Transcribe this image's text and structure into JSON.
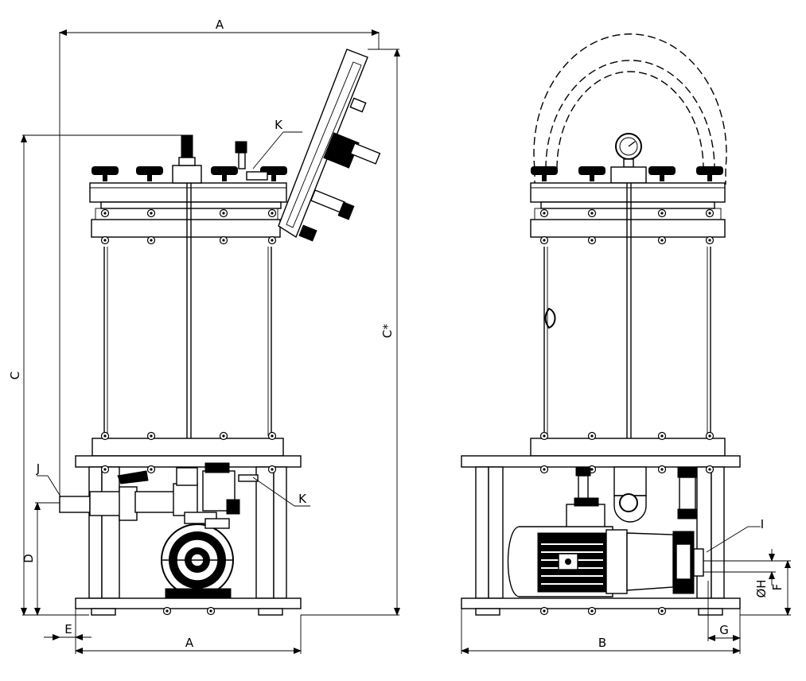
{
  "labels": {
    "top_width": "A",
    "bottom_width_left": "A",
    "height": "C",
    "height_open": "C*",
    "outlet_height": "D",
    "outlet_offset": "E",
    "fitting_k_upper": "K",
    "fitting_k_lower": "K",
    "fitting_j": "J",
    "side_width": "B",
    "side_offset": "G",
    "fitting_i": "I",
    "inlet_diameter": "ØH",
    "inlet_height": "F"
  }
}
